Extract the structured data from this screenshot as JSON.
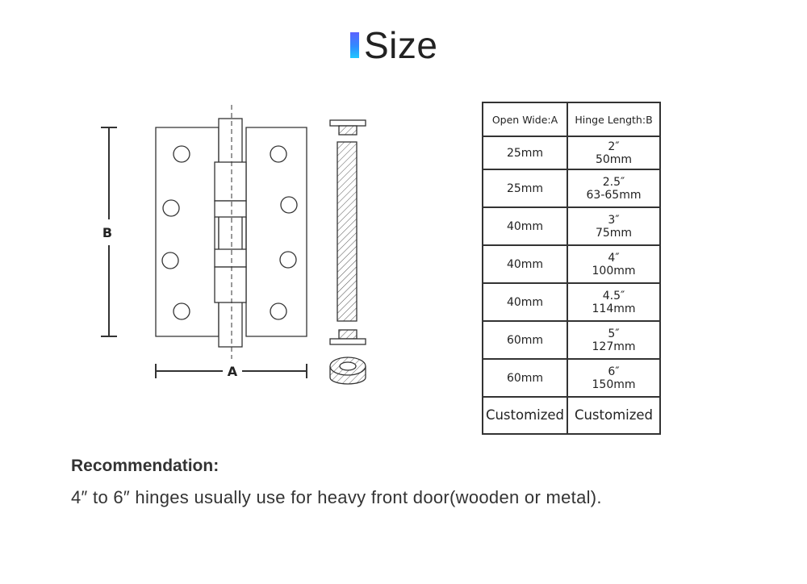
{
  "page": {
    "title": "Size"
  },
  "drawing": {
    "label_a": "A",
    "label_b": "B"
  },
  "table": {
    "headers": [
      "Open Wide:A",
      "Hinge Length:B"
    ],
    "rows": [
      {
        "width": "25mm",
        "inch": "2″",
        "mm": "50mm"
      },
      {
        "width": "25mm",
        "inch": "2.5″",
        "mm": "63-65mm"
      },
      {
        "width": "40mm",
        "inch": "3″",
        "mm": "75mm"
      },
      {
        "width": "40mm",
        "inch": "4″",
        "mm": "100mm"
      },
      {
        "width": "40mm",
        "inch": "4.5″",
        "mm": "114mm"
      },
      {
        "width": "60mm",
        "inch": "5″",
        "mm": "127mm"
      },
      {
        "width": "60mm",
        "inch": "6″",
        "mm": "150mm"
      }
    ],
    "custom_row": {
      "width": "Customized",
      "length": "Customized"
    }
  },
  "recommendation": {
    "title": "Recommendation:",
    "text": "4″ to 6″ hinges usually use for heavy front door(wooden or metal)."
  },
  "colors": {
    "accent_top": "#5b63ff",
    "accent_bottom": "#20c8ff",
    "line": "#333333"
  }
}
